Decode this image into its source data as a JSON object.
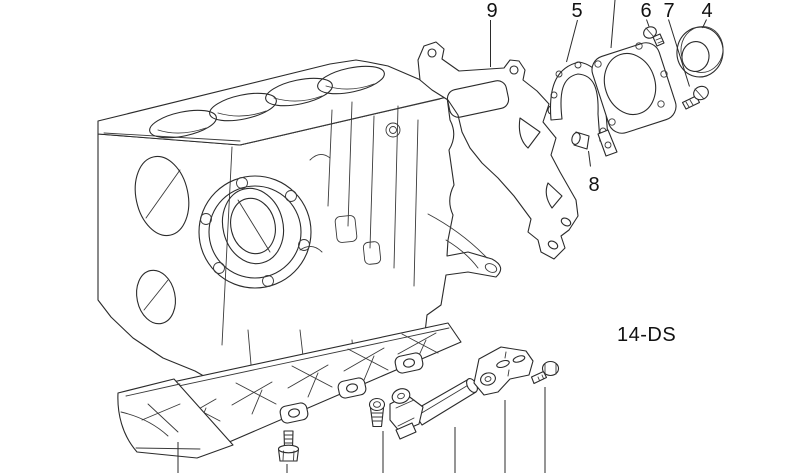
{
  "diagram": {
    "section_code": "14-DS",
    "background_color": "#ffffff",
    "line_color": "#2b2b2b",
    "text_color": "#111111",
    "callouts": [
      {
        "label": "9"
      },
      {
        "label": "5"
      },
      {
        "label": "6"
      },
      {
        "label": "7"
      },
      {
        "label": "4"
      },
      {
        "label": "8"
      }
    ]
  }
}
